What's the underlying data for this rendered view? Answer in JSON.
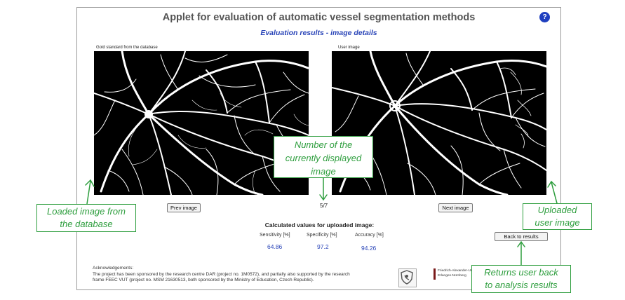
{
  "app": {
    "title": "Applet for evaluation of automatic vessel segmentation methods",
    "subtitle": "Evaluation results - image details",
    "help_label": "?"
  },
  "images": {
    "gold_label": "Gold standard from the database",
    "user_label": "User image",
    "counter": "5/7"
  },
  "buttons": {
    "prev": "Prev image",
    "next": "Next image",
    "back": "Back to results"
  },
  "metrics": {
    "title": "Calculated values for uploaded image:",
    "items": [
      {
        "label": "Sensitivity [%]",
        "value": "64.86"
      },
      {
        "label": "Specificity [%]",
        "value": "97.2"
      },
      {
        "label": "Accuracy [%]",
        "value": "94.26"
      }
    ]
  },
  "acknowledgements": {
    "heading": "Acknowledgements:",
    "line1": "The project has been sponsored by the research centre DAR (project no. 1M0572), and partially also supported by the research",
    "line2": "frame FEEC VUT (project no. MSM 21630513, both sponsored by the Ministry of Education, Czech Republic)."
  },
  "logos": {
    "fau_line1": "Friedrich-Alexander-Uni",
    "fau_line2": "Erlangen-Nürnberg"
  },
  "callouts": {
    "number": [
      "Number of the",
      "currently displayed",
      "image"
    ],
    "loaded": [
      "Loaded image from",
      "the database"
    ],
    "uploaded": [
      "Uploaded",
      "user image"
    ],
    "returns": [
      "Returns user back",
      "to analysis results"
    ]
  },
  "colors": {
    "title": "#555555",
    "subtitle": "#2a45b8",
    "metric_value": "#2a45b8",
    "callout": "#2e9e3e",
    "help_button": "#1f3fbf"
  },
  "icons": [
    "help-icon",
    "shield-logo-icon",
    "arrow-icon"
  ]
}
